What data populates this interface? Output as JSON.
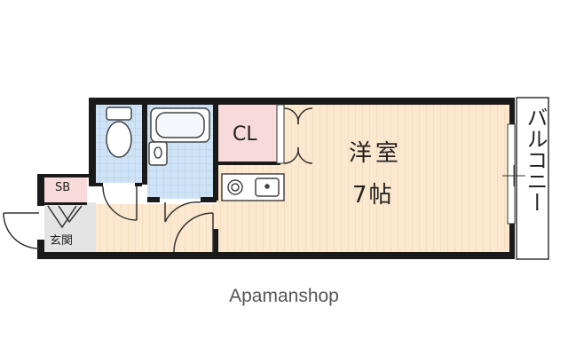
{
  "rooms": {
    "western_room": "洋室",
    "western_room_size": "7帖",
    "closet": "CL",
    "shoe_box": "SB",
    "entrance": "玄関",
    "balcony": "バルコニー"
  },
  "watermark": "Apamanshop",
  "colors": {
    "wall": "#1a1a1a",
    "western_room_floor": "#fbe8cf",
    "wet_area_tile": "#cfe3f7",
    "closet_fill": "#f8dada",
    "shoe_box_fill": "#f8dada",
    "entrance_fill": "#e4e4e4",
    "balcony_fill": "#ffffff"
  }
}
